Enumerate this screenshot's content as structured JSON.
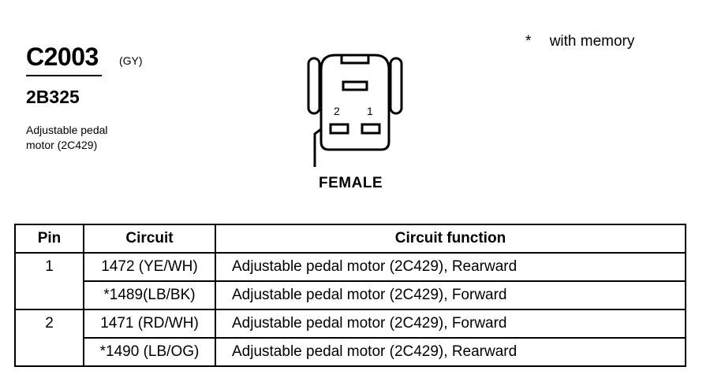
{
  "header": {
    "connector_id": "C2003",
    "connector_color": "(GY)",
    "part_number": "2B325",
    "description_line1": "Adjustable pedal",
    "description_line2": "motor (2C429)"
  },
  "memory_note": {
    "symbol": "*",
    "text": "with memory"
  },
  "diagram": {
    "pin_label_left": "2",
    "pin_label_right": "1",
    "gender_label": "FEMALE"
  },
  "table": {
    "headers": [
      "Pin",
      "Circuit",
      "Circuit function"
    ],
    "rows": [
      {
        "pin": "1",
        "circuit": "1472 (YE/WH)",
        "function": "Adjustable pedal motor (2C429), Rearward"
      },
      {
        "pin": "",
        "circuit": "*1489(LB/BK)",
        "function": "Adjustable pedal motor (2C429), Forward"
      },
      {
        "pin": "2",
        "circuit": "1471 (RD/WH)",
        "function": "Adjustable pedal motor (2C429), Forward"
      },
      {
        "pin": "",
        "circuit": "*1490 (LB/OG)",
        "function": "Adjustable pedal motor (2C429), Rearward"
      }
    ]
  }
}
